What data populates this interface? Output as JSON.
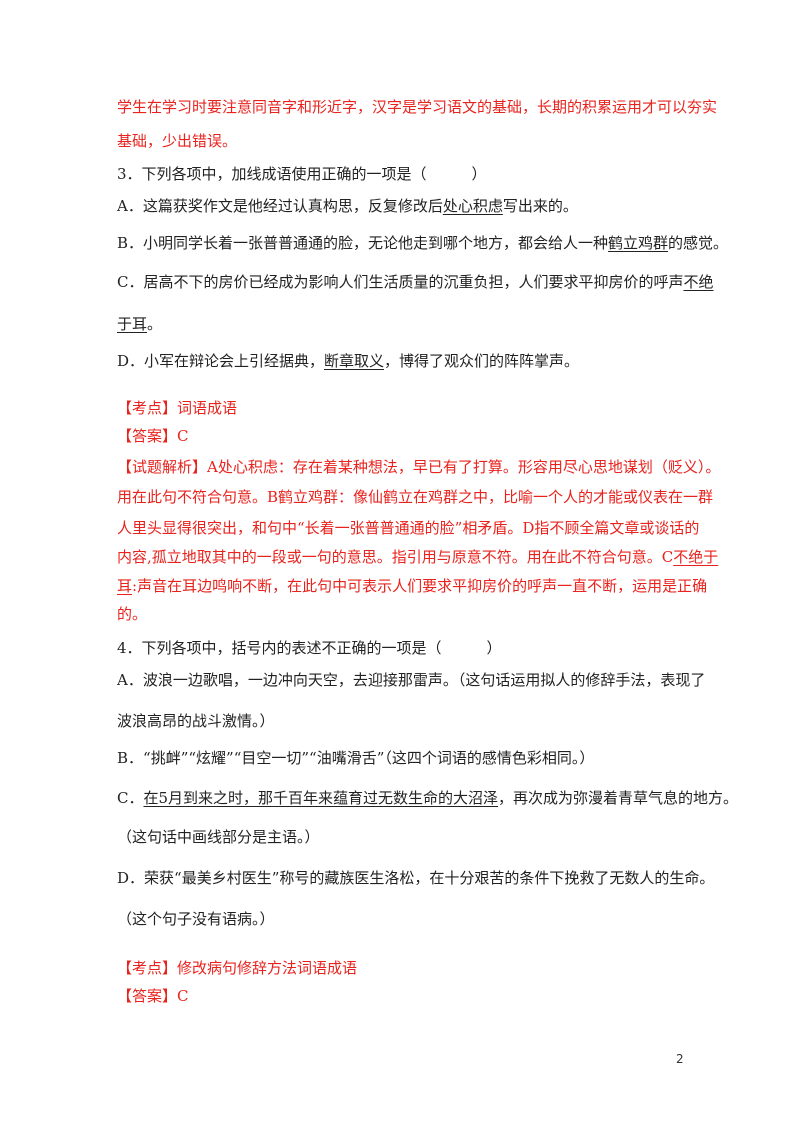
{
  "doc": {
    "intro_line1": "学生在学习时要注意同音字和形近字，汉字是学习语文的基础，长期的积累运用才可以夯实",
    "intro_line2": "基础，少出错误。",
    "q3": {
      "stem": "3．下列各项中，加线成语使用正确的一项是（　　　）",
      "a_pre": "A．这篇获奖作文是他经过认真构思，反复修改后",
      "a_u": "处心积虑",
      "a_post": "写出来的。",
      "b_pre": "B．小明同学长着一张普普通通的脸，无论他走到哪个地方，都会给人一种",
      "b_u": "鹤立鸡群",
      "b_post": "的感觉。",
      "c_line1_pre": "C．居高不下的房价已经成为影响人们生活质量的沉重负担，人们要求平抑房价的呼声",
      "c_line1_u": "不绝",
      "c_line2_u": "于耳",
      "c_line2_post": "。",
      "d_pre": "D．小军在辩论会上引经据典，",
      "d_u": "断章取义",
      "d_post": "，博得了观众们的阵阵掌声。",
      "kaodian": "【考点】词语成语",
      "answer": "【答案】C",
      "jx1": "【试题解析】A处心积虑：存在着某种想法，早已有了打算。形容用尽心思地谋划（贬义）。",
      "jx2": "用在此句不符合句意。B鹤立鸡群：像仙鹤立在鸡群之中，比喻一个人的才能或仪表在一群",
      "jx3": "人里头显得很突出，和句中“长着一张普普通通的脸”相矛盾。D指不顾全篇文章或谈话的",
      "jx4_pre": "内容,孤立地取其中的一段或一句的意思。指引用与原意不符。用在此不符合句意。C",
      "jx4_u": "不绝于",
      "jx5_u": "耳",
      "jx5_post": ":声音在耳边鸣响不断，在此句中可表示人们要求平抑房价的呼声一直不断，运用是正确",
      "jx6": "的。"
    },
    "q4": {
      "stem": "4．下列各项中，括号内的表述不正确的一项是（　　　）",
      "a1": "A．波浪一边歌唱，一边冲向天空，去迎接那雷声。（这句话运用拟人的修辞手法，表现了",
      "a2": "波浪高昂的战斗激情。）",
      "b": "B．“挑衅”“炫耀”“目空一切”“油嘴滑舌”（这四个词语的感情色彩相同。）",
      "c_pre": "C．",
      "c_u": "在5月到来之时，那千百年来蕴育过无数生命的大沼泽",
      "c_post": "，再次成为弥漫着青草气息的地方。",
      "c2": "（这句话中画线部分是主语。）",
      "d1": "D．荣获“最美乡村医生”称号的藏族医生洛松，在十分艰苦的条件下挽救了无数人的生命。",
      "d2": "（这个句子没有语病。）",
      "kaodian": "【考点】修改病句修辞方法词语成语",
      "answer": "【答案】C"
    },
    "page_number": "2"
  }
}
